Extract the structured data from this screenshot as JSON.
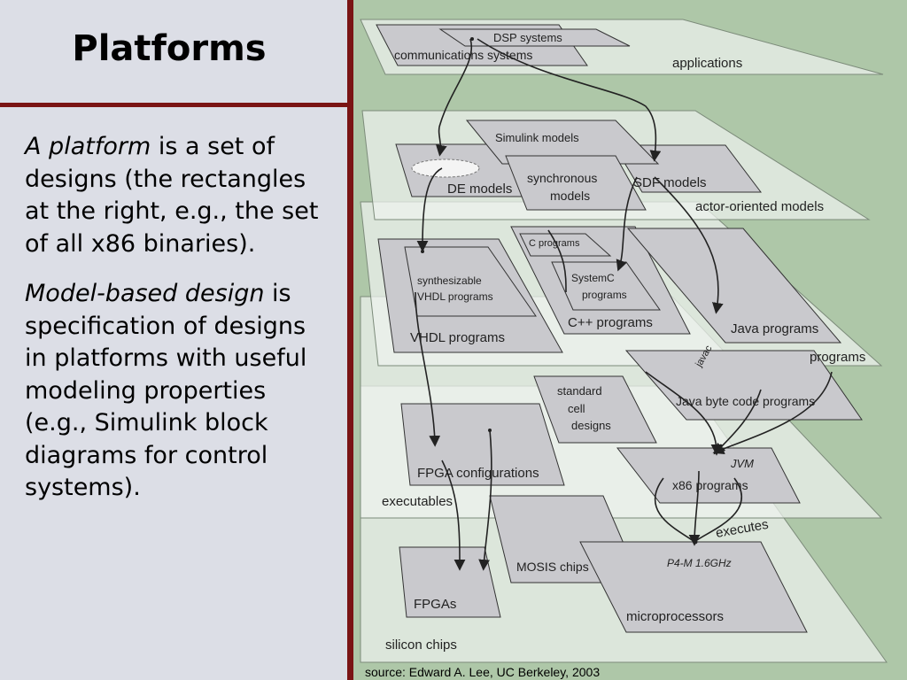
{
  "slide": {
    "title": "Platforms",
    "paragraph1": {
      "em": "A platform",
      "rest": " is a set of designs (the rectangles at the right, e.g., the set of all x86 binaries)."
    },
    "paragraph2": {
      "em": "Model-based design",
      "rest": " is specification of designs in platforms with useful modeling properties (e.g., Simulink block diagrams for control systems)."
    },
    "source": "source: Edward A. Lee, UC Berkeley, 2003"
  },
  "colors": {
    "accent_bar": "#7a1414",
    "diagram_bg": "#aec7a8",
    "layer_fill": "#eef2ee",
    "box_fill": "#c9c9cd"
  },
  "diagram": {
    "layers": {
      "applications": "applications",
      "actor_oriented_models": "actor-oriented models",
      "programs": "programs",
      "executables": "executables",
      "silicon_chips": "silicon chips"
    },
    "boxes": {
      "dsp_systems": "DSP systems",
      "communications_systems": "communications systems",
      "simulink_models": "Simulink models",
      "de_models": "DE models",
      "synchronous_models_1": "synchronous",
      "synchronous_models_2": "models",
      "sdf_models": "SDF models",
      "synth_vhdl_1": "synthesizable",
      "synth_vhdl_2": "VHDL programs",
      "vhdl_programs": "VHDL programs",
      "c_programs": "C programs",
      "systemc_1": "SystemC",
      "systemc_2": "programs",
      "cpp_programs": "C++ programs",
      "java_programs": "Java programs",
      "javac": "javac",
      "std_cell_1": "standard",
      "std_cell_2": "cell",
      "std_cell_3": "designs",
      "java_byte_code": "Java byte code programs",
      "fpga_configurations": "FPGA configurations",
      "jvm": "JVM",
      "x86_programs": "x86 programs",
      "executes": "executes",
      "mosis_chips": "MOSIS chips",
      "p4m": "P4-M 1.6GHz",
      "fpgas": "FPGAs",
      "microprocessors": "microprocessors"
    }
  }
}
